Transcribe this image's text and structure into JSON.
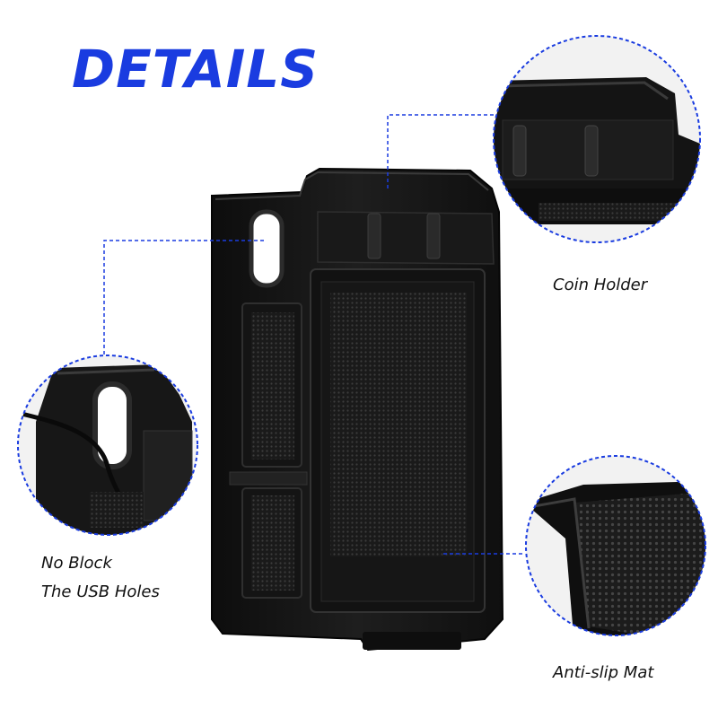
{
  "title": "DETAILS",
  "callouts": {
    "coin_holder": "Coin Holder",
    "usb_line1": "No Block",
    "usb_line2": "The USB Holes",
    "anti_slip": "Anti-slip Mat"
  },
  "colors": {
    "accent": "#1a3ce0",
    "product": "#141414"
  }
}
